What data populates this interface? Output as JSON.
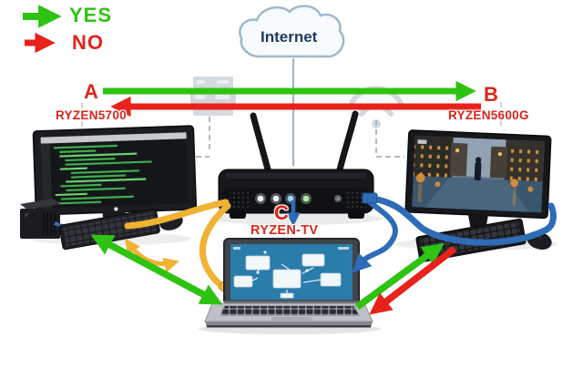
{
  "legend": {
    "yes": "YES",
    "no": "NO"
  },
  "cloud": {
    "label": "Internet"
  },
  "labels": {
    "point_a": "A",
    "point_b": "B",
    "point_c": "C",
    "left_pc": "RYZEN5700",
    "right_pc": "RYZEN5600G",
    "laptop": "RYZEN-TV"
  },
  "colors": {
    "yes_green": "#2ec313",
    "no_red": "#e8211a",
    "label_red": "#d8271b",
    "ethernet_yellow": "#f0b233",
    "ethernet_blue": "#2e6cb8",
    "cloud_text": "#1e3a5e",
    "faded_gray": "#aeb9c4"
  },
  "devices": [
    {
      "id": "left_pc",
      "label": "RYZEN5700",
      "type": "desktop-pc",
      "screen_content": "green code on dark terminal"
    },
    {
      "id": "right_pc",
      "label": "RYZEN5600G",
      "type": "desktop-pc",
      "screen_content": "colorful video scene of a street"
    },
    {
      "id": "laptop",
      "label": "RYZEN-TV",
      "type": "laptop",
      "screen_content": "white flowchart on blue background"
    },
    {
      "id": "router",
      "label": "",
      "type": "wifi-router"
    },
    {
      "id": "internet",
      "label": "Internet",
      "type": "cloud"
    }
  ],
  "edges": [
    {
      "from": "A",
      "to": "B",
      "color": "green",
      "meaning": "YES"
    },
    {
      "from": "B",
      "to": "A",
      "color": "red",
      "meaning": "NO"
    },
    {
      "from": "RYZEN5700",
      "to": "RYZEN-TV",
      "color": "green",
      "style": "double-headed",
      "meaning": "YES"
    },
    {
      "from": "RYZEN5700",
      "to": "RYZEN-TV",
      "color": "yellow",
      "style": "curved-double-headed"
    },
    {
      "from": "RYZEN-TV",
      "to": "RYZEN5600G",
      "color": "green",
      "meaning": "YES"
    },
    {
      "from": "RYZEN5600G",
      "to": "RYZEN-TV",
      "color": "red",
      "meaning": "NO"
    },
    {
      "from": "router",
      "to": "RYZEN-TV",
      "color": "blue",
      "label": "C"
    }
  ]
}
